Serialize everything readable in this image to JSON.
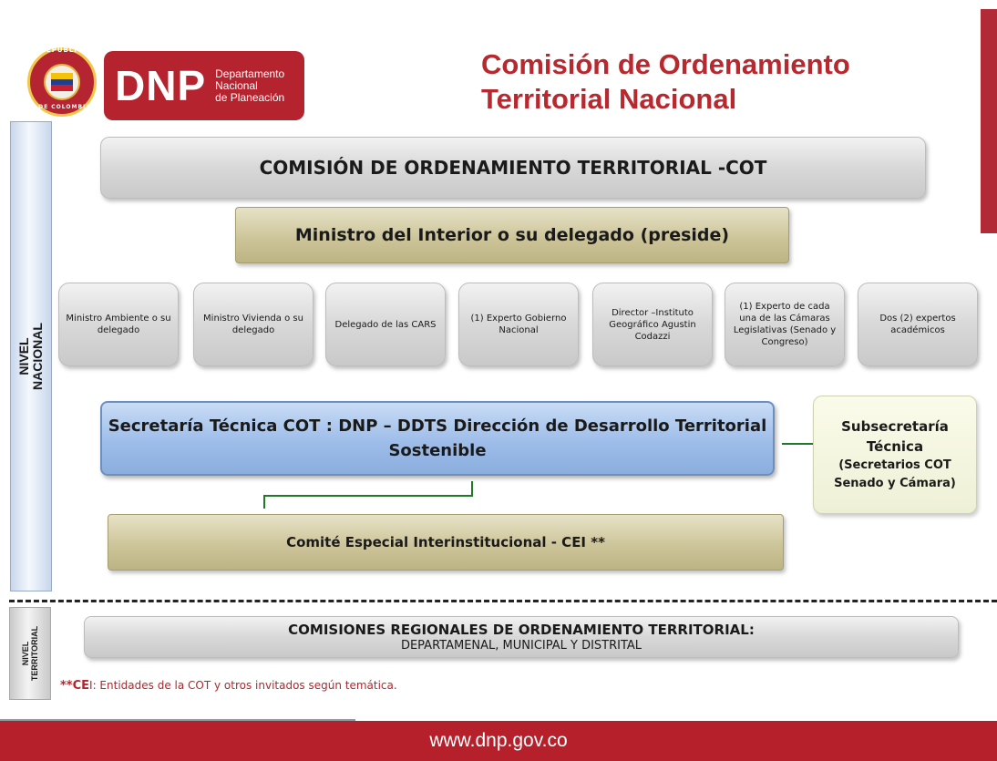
{
  "logo": {
    "seal_top": "REPÚBLICA",
    "seal_bottom": "DE COLOMBIA",
    "mark": "DNP",
    "name_lines": [
      "Departamento",
      "Nacional",
      "de Planeación"
    ]
  },
  "title": [
    "Comisión de Ordenamiento",
    "Territorial Nacional"
  ],
  "levels": {
    "nacional": "NIVEL\nNACIONAL",
    "territorial": "NIVEL\nTERRITORIAL"
  },
  "cot": "COMISIÓN DE ORDENAMIENTO TERRITORIAL -COT",
  "ministro": "Ministro del Interior o su delegado (preside)",
  "members": [
    "Ministro Ambiente o su delegado",
    "Ministro Vivienda o su delegado",
    "Delegado de las CARS",
    "(1) Experto Gobierno Nacional",
    "Director –Instituto Geográfico Agustin Codazzi",
    "(1) Experto de cada una de las Cámaras Legislativas (Senado y Congreso)",
    "Dos (2) expertos académicos"
  ],
  "secretaria": "Secretaría Técnica COT : DNP – DDTS Dirección  de Desarrollo Territorial Sostenible",
  "subsecretaria": {
    "title": "Subsecretaría Técnica",
    "detail": "(Secretarios COT Senado y Cámara)"
  },
  "cei": "Comité Especial Interinstitucional - CEI **",
  "regionales": {
    "title": "COMISIONES REGIONALES DE ORDENAMIENTO TERRITORIAL:",
    "subtitle": "DEPARTAMENAL, MUNICIPAL Y DISTRITAL"
  },
  "footnote": {
    "mark": "**CE",
    "mark_end": "I",
    "text": ": Entidades de la COT y otros invitados según temática."
  },
  "footer": "www.dnp.gov.co",
  "colors": {
    "brand_red": "#b5232e",
    "title_red": "#b7282f",
    "connector_green": "#1e7a28"
  }
}
